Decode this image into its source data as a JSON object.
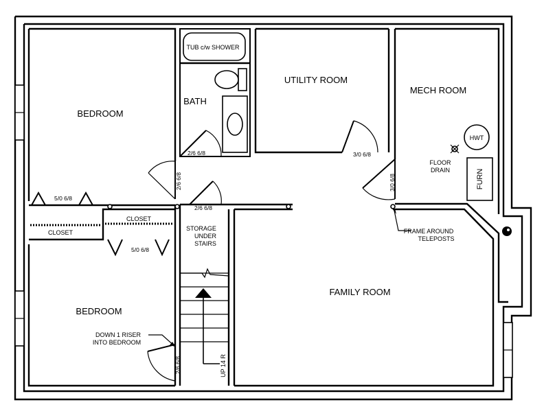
{
  "rooms": {
    "bedroom_top": "BEDROOM",
    "bedroom_bottom": "BEDROOM",
    "bath": "BATH",
    "utility": "UTILITY ROOM",
    "mech": "MECH ROOM",
    "family": "FAMILY ROOM",
    "storage_line1": "STORAGE",
    "storage_line2": "UNDER",
    "storage_line3": "STAIRS",
    "closet_left": "CLOSET",
    "closet_center": "CLOSET"
  },
  "fixtures": {
    "tub": "TUB c/w SHOWER",
    "hwt": "HWT",
    "furn": "FURN",
    "floor_drain_line1": "FLOOR",
    "floor_drain_line2": "DRAIN"
  },
  "doors": {
    "bath_door": "2/6 6/8",
    "bedroom_top_door": "2/6 6/8",
    "storage_door": "2/6 6/8",
    "utility_door": "3/0 6/8",
    "mech_door": "3/0 6/8",
    "bedroom_bottom_door": "2/6 6/8",
    "closet_top_bifold": "5/0 6/8",
    "closet_bottom_bifold": "5/0 6/8"
  },
  "notes": {
    "teleposts_line1": "FRAME AROUND",
    "teleposts_line2": "TELEPOSTS",
    "riser_line1": "DOWN 1 RISER",
    "riser_line2": "INTO BEDROOM",
    "stairs": "UP 14 R"
  }
}
